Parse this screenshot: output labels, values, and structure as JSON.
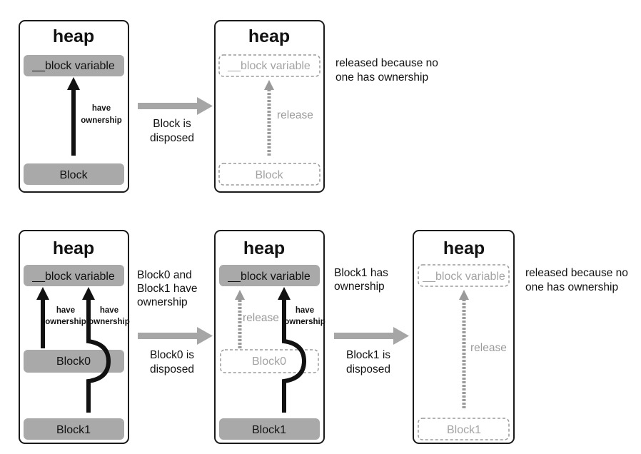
{
  "top": {
    "panel1": {
      "title": "heap",
      "block_variable": "__block variable",
      "block": "Block",
      "ownership_line1": "have",
      "ownership_line2": "ownership"
    },
    "transition": {
      "line1": "Block is",
      "line2": "disposed"
    },
    "panel2": {
      "title": "heap",
      "block_variable": "__block variable",
      "block": "Block",
      "release": "release"
    },
    "note": {
      "line1": "released because no",
      "line2": "one has ownership"
    }
  },
  "bottom": {
    "panel1": {
      "title": "heap",
      "block_variable": "__block variable",
      "block0": "Block0",
      "block1": "Block1",
      "ownership_line1": "have",
      "ownership_line2": "ownership"
    },
    "note1": {
      "line1": "Block0 and",
      "line2": "Block1 have",
      "line3": "ownership"
    },
    "transition1": {
      "line1": "Block0 is",
      "line2": "disposed"
    },
    "panel2": {
      "title": "heap",
      "block_variable": "__block variable",
      "block0": "Block0",
      "block1": "Block1",
      "release": "release",
      "ownership_line1": "have",
      "ownership_line2": "ownership"
    },
    "note2": {
      "line1": "Block1 has",
      "line2": "ownership"
    },
    "transition2": {
      "line1": "Block1 is",
      "line2": "disposed"
    },
    "panel3": {
      "title": "heap",
      "block_variable": "__block variable",
      "block1": "Block1",
      "release": "release"
    },
    "note3": {
      "line1": "released because no",
      "line2": "one has ownership"
    }
  },
  "colors": {
    "border": "#1a1a1a",
    "box_fill": "#a9a9a9",
    "faded": "#9a9a9a",
    "arrow_gray": "#a6a6a6"
  }
}
